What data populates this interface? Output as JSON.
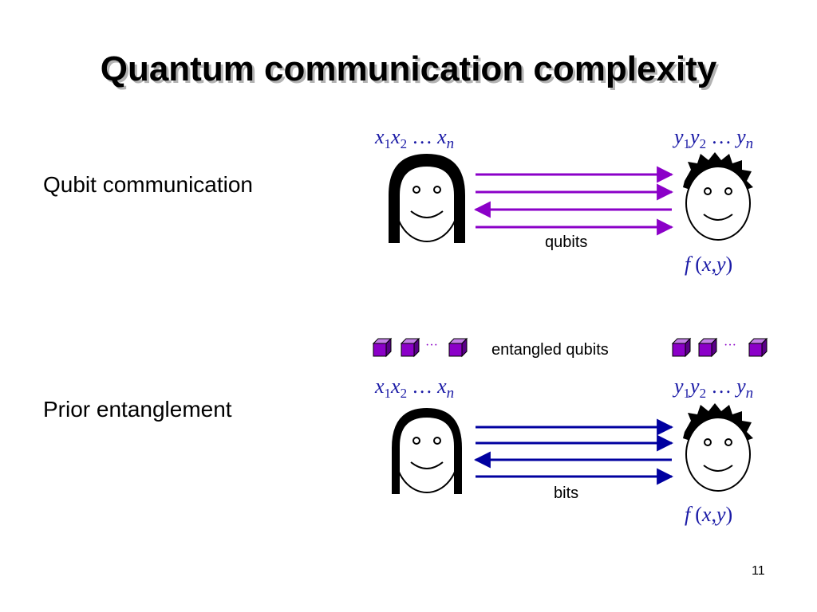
{
  "slide": {
    "title": "Quantum communication complexity",
    "page_number": "11"
  },
  "rows": [
    {
      "label": "Qubit communication",
      "channel_label": "qubits",
      "arrow_color": "#8b00c8"
    },
    {
      "label": "Prior entanglement",
      "channel_label": "bits",
      "arrow_color": "#0000a0",
      "resource_label": "entangled qubits"
    }
  ],
  "math": {
    "alice_input": {
      "var": "x",
      "sub1": "1",
      "sub2": "2",
      "dots": "…",
      "subn": "n"
    },
    "bob_input": {
      "var": "y",
      "sub1": "1",
      "sub2": "2",
      "dots": "…",
      "subn": "n"
    },
    "output": {
      "f": "f",
      "open": "(",
      "x": "x",
      "comma": ",",
      "y": "y",
      "close": ")"
    },
    "cube_dots": "···"
  },
  "colors": {
    "math_text": "#1a1aa6",
    "cube_fill": "#8b00c8",
    "title_shadow": "#b3b3b3"
  },
  "icons": [
    "alice-face-icon",
    "bob-face-icon",
    "entangled-qubit-cube-icon"
  ]
}
